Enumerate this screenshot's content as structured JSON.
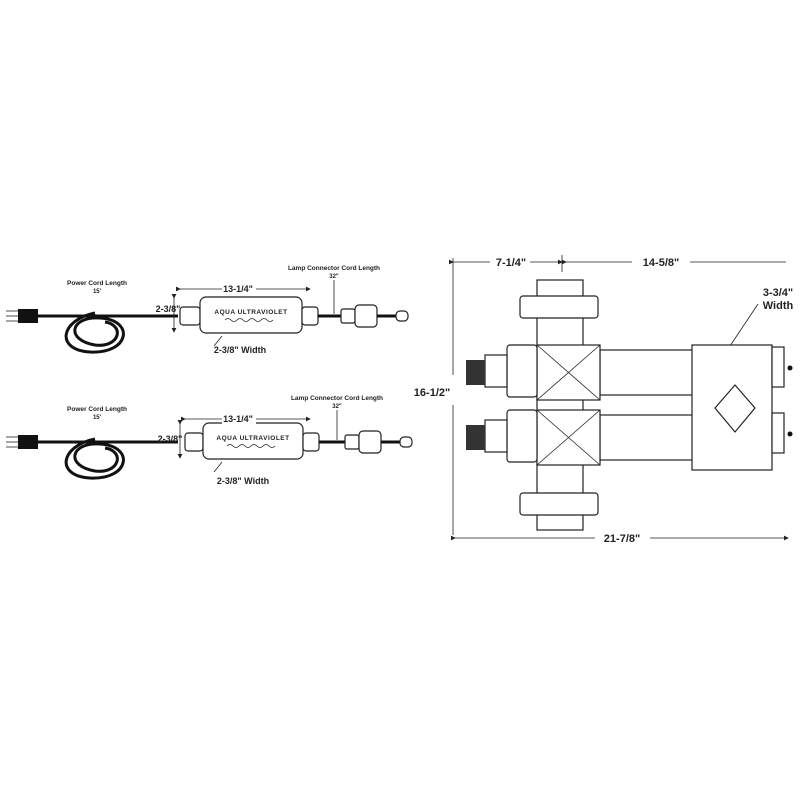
{
  "unit_a": {
    "power_cord_label": "Power Cord Length",
    "power_cord_value": "15'",
    "length": "13-1/4\"",
    "height": "2-3/8\"",
    "width": "2-3/8\" Width",
    "lamp_cord_label": "Lamp Connector Cord Length",
    "lamp_cord_value": "32\"",
    "logo": "AQUA ULTRAVIOLET"
  },
  "unit_b": {
    "power_cord_label": "Power Cord Length",
    "power_cord_value": "15'",
    "length": "13-1/4\"",
    "height": "2-3/8\"",
    "width": "2-3/8\" Width",
    "lamp_cord_label": "Lamp Connector Cord Length",
    "lamp_cord_value": "32\"",
    "logo": "AQUA ULTRAVIOLET"
  },
  "manifold": {
    "inlet_offset": "7-1/4\"",
    "chamber_length": "14-5/8\"",
    "housing_width": "3-3/4\"",
    "housing_width_label": "Width",
    "height": "16-1/2\"",
    "total_length": "21-7/8\""
  }
}
